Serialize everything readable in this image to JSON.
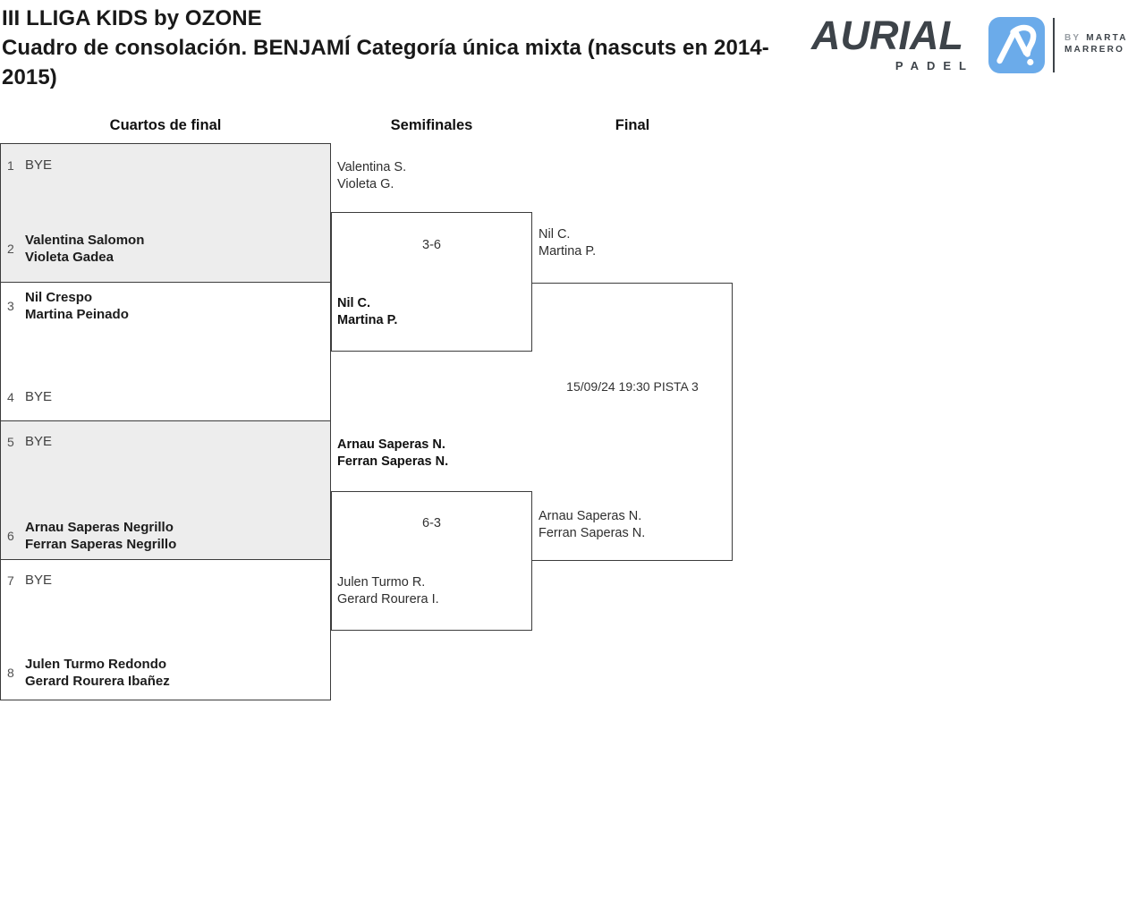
{
  "header": {
    "title": "III LLIGA KIDS by OZONE",
    "subtitle": "Cuadro de consolación. BENJAMÍ Categoría única mixta (nascuts en 2014-2015)"
  },
  "logo": {
    "brand": "AURIAL",
    "brand_sub": "PADEL",
    "by_prefix": "BY",
    "by_name_line1": "MARTA",
    "by_name_line2": "MARRERO",
    "monogram_icon": "aurial-a-monogram",
    "accent_color": "#6babea",
    "dark_color": "#3d4349"
  },
  "colors": {
    "box_border": "#3c3c3c",
    "box_gray_fill": "#ededed",
    "page_background": "#ffffff"
  },
  "bracket": {
    "round_headers": [
      "Cuartos de final",
      "Semifinales",
      "Final"
    ],
    "quarterfinals": [
      {
        "seed": "1",
        "label": "BYE"
      },
      {
        "seed": "2",
        "players": [
          "Valentina Salomon",
          "Violeta Gadea"
        ]
      },
      {
        "seed": "3",
        "players": [
          "Nil Crespo",
          "Martina Peinado"
        ]
      },
      {
        "seed": "4",
        "label": "BYE"
      },
      {
        "seed": "5",
        "label": "BYE"
      },
      {
        "seed": "6",
        "players": [
          "Arnau Saperas Negrillo",
          "Ferran Saperas Negrillo"
        ]
      },
      {
        "seed": "7",
        "label": "BYE"
      },
      {
        "seed": "8",
        "players": [
          "Julen Turmo Redondo",
          "Gerard Rourera Ibañez"
        ]
      }
    ],
    "semifinals": [
      {
        "team_top": [
          "Valentina S.",
          "Violeta G."
        ],
        "team_bottom": [
          "Nil C.",
          "Martina P."
        ],
        "score": "3-6",
        "winner": "bottom"
      },
      {
        "team_top": [
          "Arnau Saperas N.",
          "Ferran Saperas N."
        ],
        "team_bottom": [
          "Julen Turmo R.",
          "Gerard Rourera I."
        ],
        "score": "6-3",
        "winner": "top"
      }
    ],
    "final": {
      "team_top": [
        "Nil C.",
        "Martina P."
      ],
      "team_bottom": [
        "Arnau Saperas N.",
        "Ferran Saperas N."
      ],
      "schedule": "15/09/24 19:30 PISTA 3"
    }
  }
}
